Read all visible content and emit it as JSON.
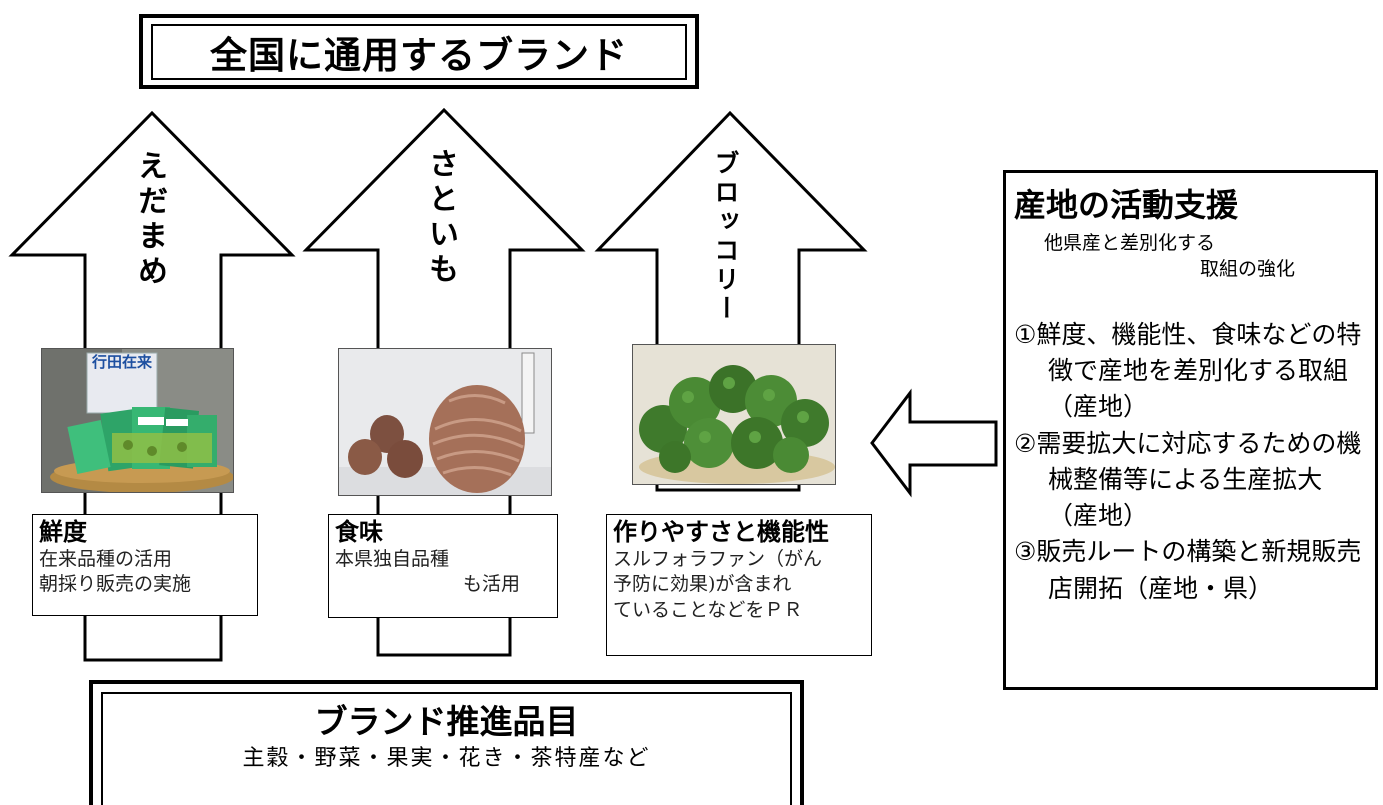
{
  "top_title": "全国に通用するブランド",
  "columns": [
    {
      "arrow_label": "えだまめ",
      "photo": "edamame-bags-photo",
      "caption_title": "鮮度",
      "caption_lines": [
        "在来品種の活用",
        "朝採り販売の実施"
      ]
    },
    {
      "arrow_label": "さといも",
      "photo": "satoimo-taro-photo",
      "caption_title": "食味",
      "caption_lines": [
        "本県独自品種",
        "も活用"
      ]
    },
    {
      "arrow_label": "ブロッコリー",
      "photo": "broccoli-photo",
      "caption_title": "作りやすさと機能性",
      "caption_lines": [
        "スルフォラファン（がん",
        "予防に効果)が含まれ",
        "ていることなどをＰＲ"
      ]
    }
  ],
  "photo_text": {
    "edamame_sign": "行田在来"
  },
  "right_panel": {
    "title": "産地の活動支援",
    "subtitle_line1": "他県産と差別化する",
    "subtitle_line2": "取組の強化",
    "items": [
      "①鮮度、機能性、食味などの特徴で産地を差別化する取組（産地）",
      "②需要拡大に対応するための機械整備等による生産拡大（産地）",
      "③販売ルートの構築と新規販売店開拓（産地・県）"
    ]
  },
  "bottom_box": {
    "title": "ブランド推進品目",
    "subtitle": "主穀・野菜・果実・花き・茶特産など"
  }
}
